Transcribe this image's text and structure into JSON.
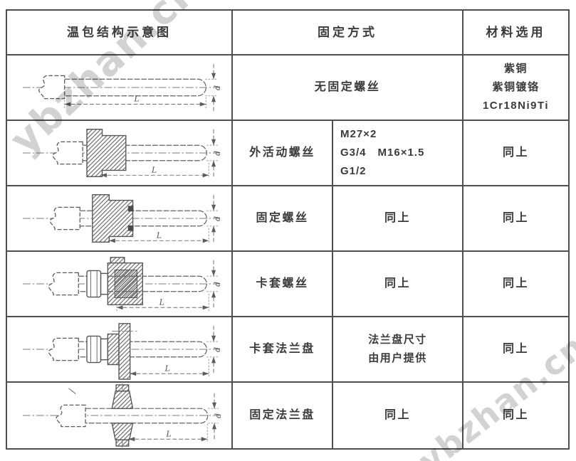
{
  "watermarks": {
    "top_left": "ybzhan.cn",
    "bottom_right": "ybzhan.cn"
  },
  "header": {
    "structure": "温包结构示意图",
    "fixing": "固定方式",
    "material": "材料选用"
  },
  "rows": [
    {
      "diagram": "plain-bulb-no-fitting",
      "fixing": "无固定螺丝",
      "material": "紫铜\n紫铜镀铬\n1Cr18Ni9Ti"
    },
    {
      "diagram": "external-movable-screw",
      "fixing": "外活动螺丝",
      "spec": "M27×2\nG3/4　M16×1.5\nG1/2",
      "material": "同上"
    },
    {
      "diagram": "fixed-screw",
      "fixing": "固定螺丝",
      "spec": "同上",
      "material": "同上"
    },
    {
      "diagram": "ferrule-screw",
      "fixing": "卡套螺丝",
      "spec": "同上",
      "material": "同上"
    },
    {
      "diagram": "ferrule-flange",
      "fixing": "卡套法兰盘",
      "spec": "法兰盘尺寸\n由用户提供",
      "material": "同上"
    },
    {
      "diagram": "fixed-flange",
      "fixing": "固定法兰盘",
      "spec": "同上",
      "material": "同上"
    }
  ],
  "diagram_labels": {
    "length": "L",
    "diameter": "d"
  }
}
